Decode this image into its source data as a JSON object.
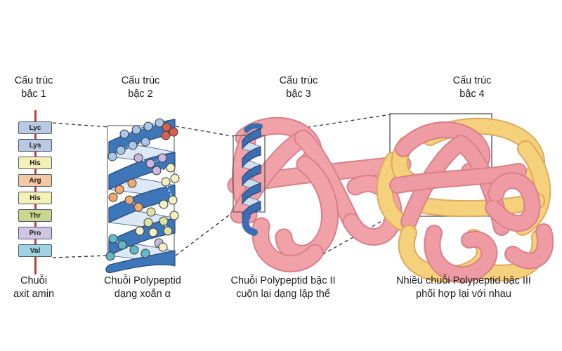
{
  "diagram": {
    "columns": [
      {
        "id": "primary",
        "title_lines": [
          "Cấu trúc",
          "bậc 1"
        ],
        "caption_lines": [
          "Chuỗi",
          "axit amin"
        ]
      },
      {
        "id": "secondary",
        "title_lines": [
          "Cấu trúc",
          "bậc 2"
        ],
        "caption_lines": [
          "Chuỗi Polypeptid",
          "dạng xoắn α"
        ]
      },
      {
        "id": "tertiary",
        "title_lines": [
          "Cấu trúc",
          "bậc 3"
        ],
        "caption_lines": [
          "Chuỗi Polypeptid bậc II",
          "cuộn lại dạng lập thể"
        ]
      },
      {
        "id": "quaternary",
        "title_lines": [
          "Cấu trúc",
          "bậc 4"
        ],
        "caption_lines": [
          "Nhiều chuỗi Polypeptid bậc III",
          "phối hợp lại với nhau"
        ]
      }
    ],
    "amino_acids": [
      {
        "label": "Lyc",
        "color": "#b9c9e2"
      },
      {
        "label": "Lys",
        "color": "#b9c9e2"
      },
      {
        "label": "His",
        "color": "#f4f0b6"
      },
      {
        "label": "Arg",
        "color": "#f6c9a4"
      },
      {
        "label": "His",
        "color": "#f4f0b6"
      },
      {
        "label": "Thr",
        "color": "#c8d98f"
      },
      {
        "label": "Pro",
        "color": "#d0c6e3"
      },
      {
        "label": "Val",
        "color": "#9fd3e2"
      }
    ],
    "colors": {
      "backbone_line": "#b5453c",
      "helix_dark": "#3e76ba",
      "helix_light": "#dce8f5",
      "tube_pink": "#f1a2a9",
      "tube_pink_edge": "#d97f89",
      "tube_yellow": "#f6d17c",
      "tube_yellow_edge": "#dfa95e"
    }
  }
}
